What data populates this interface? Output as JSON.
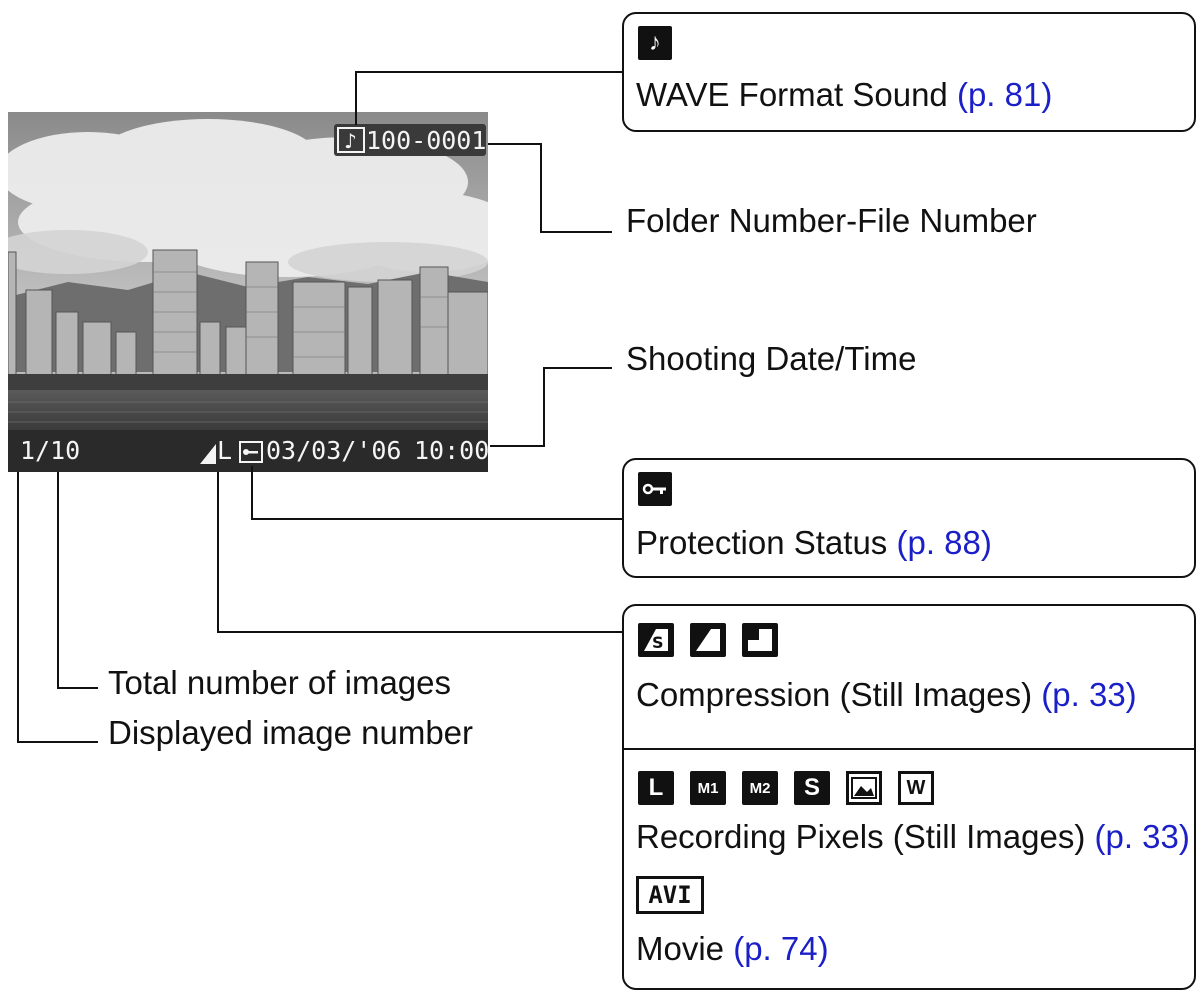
{
  "lcd": {
    "file_number": "100-0001",
    "image_number": "1/10",
    "quality": "L",
    "date": "03/03/'06",
    "time": "10:00"
  },
  "labels": {
    "folder_file": "Folder Number-File Number",
    "date_time": "Shooting Date/Time",
    "total_images": "Total number of images",
    "displayed_number": "Displayed image number"
  },
  "callouts": {
    "wave": {
      "text": "WAVE Format Sound",
      "ref": "(p. 81)",
      "icon": "music-note-icon"
    },
    "protection": {
      "text": "Protection Status",
      "ref": "(p. 88)",
      "icon": "key-icon"
    },
    "compression": {
      "text": "Compression (Still Images)",
      "ref": "(p. 33)",
      "icons": [
        "superfine-icon",
        "fine-icon",
        "normal-icon"
      ]
    },
    "recording": {
      "text": "Recording Pixels (Still Images)",
      "ref": "(p. 33)",
      "icons": [
        {
          "name": "large-icon",
          "glyph": "L"
        },
        {
          "name": "medium1-icon",
          "glyph": "M1"
        },
        {
          "name": "medium2-icon",
          "glyph": "M2"
        },
        {
          "name": "small-icon",
          "glyph": "S"
        },
        {
          "name": "postcard-icon",
          "glyph": ""
        },
        {
          "name": "widescreen-icon",
          "glyph": "W"
        }
      ]
    },
    "movie": {
      "text": "Movie",
      "ref": "(p. 74)",
      "icon_text": "AVI"
    }
  },
  "colors": {
    "link": "#1a1fc8",
    "line": "#111111",
    "lcd_text": "#f4f4f4"
  }
}
